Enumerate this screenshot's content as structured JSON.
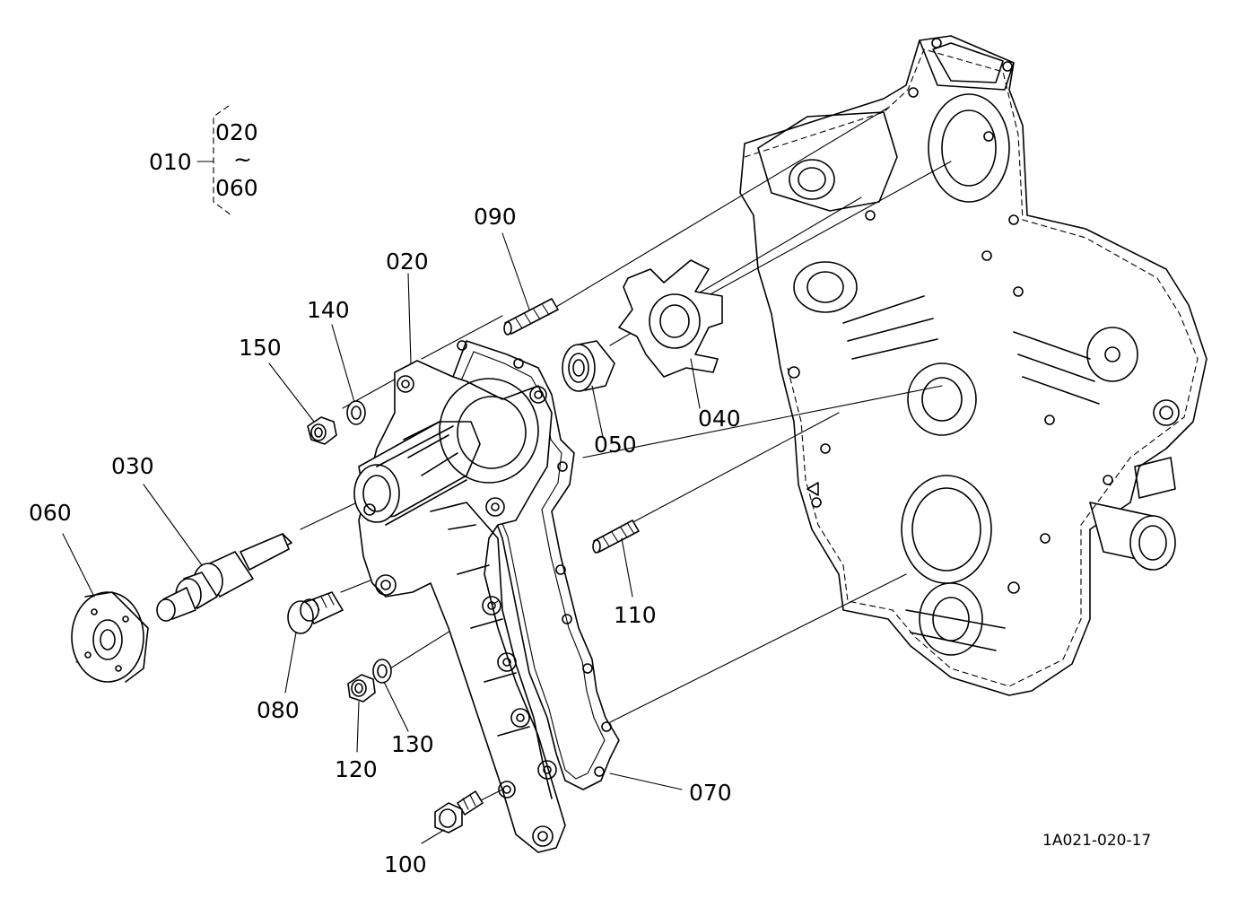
{
  "labels": {
    "p010": "010",
    "p020_group": "020",
    "p060_group": "060",
    "tilde": "~",
    "p020": "020",
    "p030": "030",
    "p040": "040",
    "p050": "050",
    "p060": "060",
    "p070": "070",
    "p080": "080",
    "p090": "090",
    "p100": "100",
    "p110": "110",
    "p120": "120",
    "p130": "130",
    "p140": "140",
    "p150": "150"
  },
  "drawing_code": "1A021-020-17"
}
